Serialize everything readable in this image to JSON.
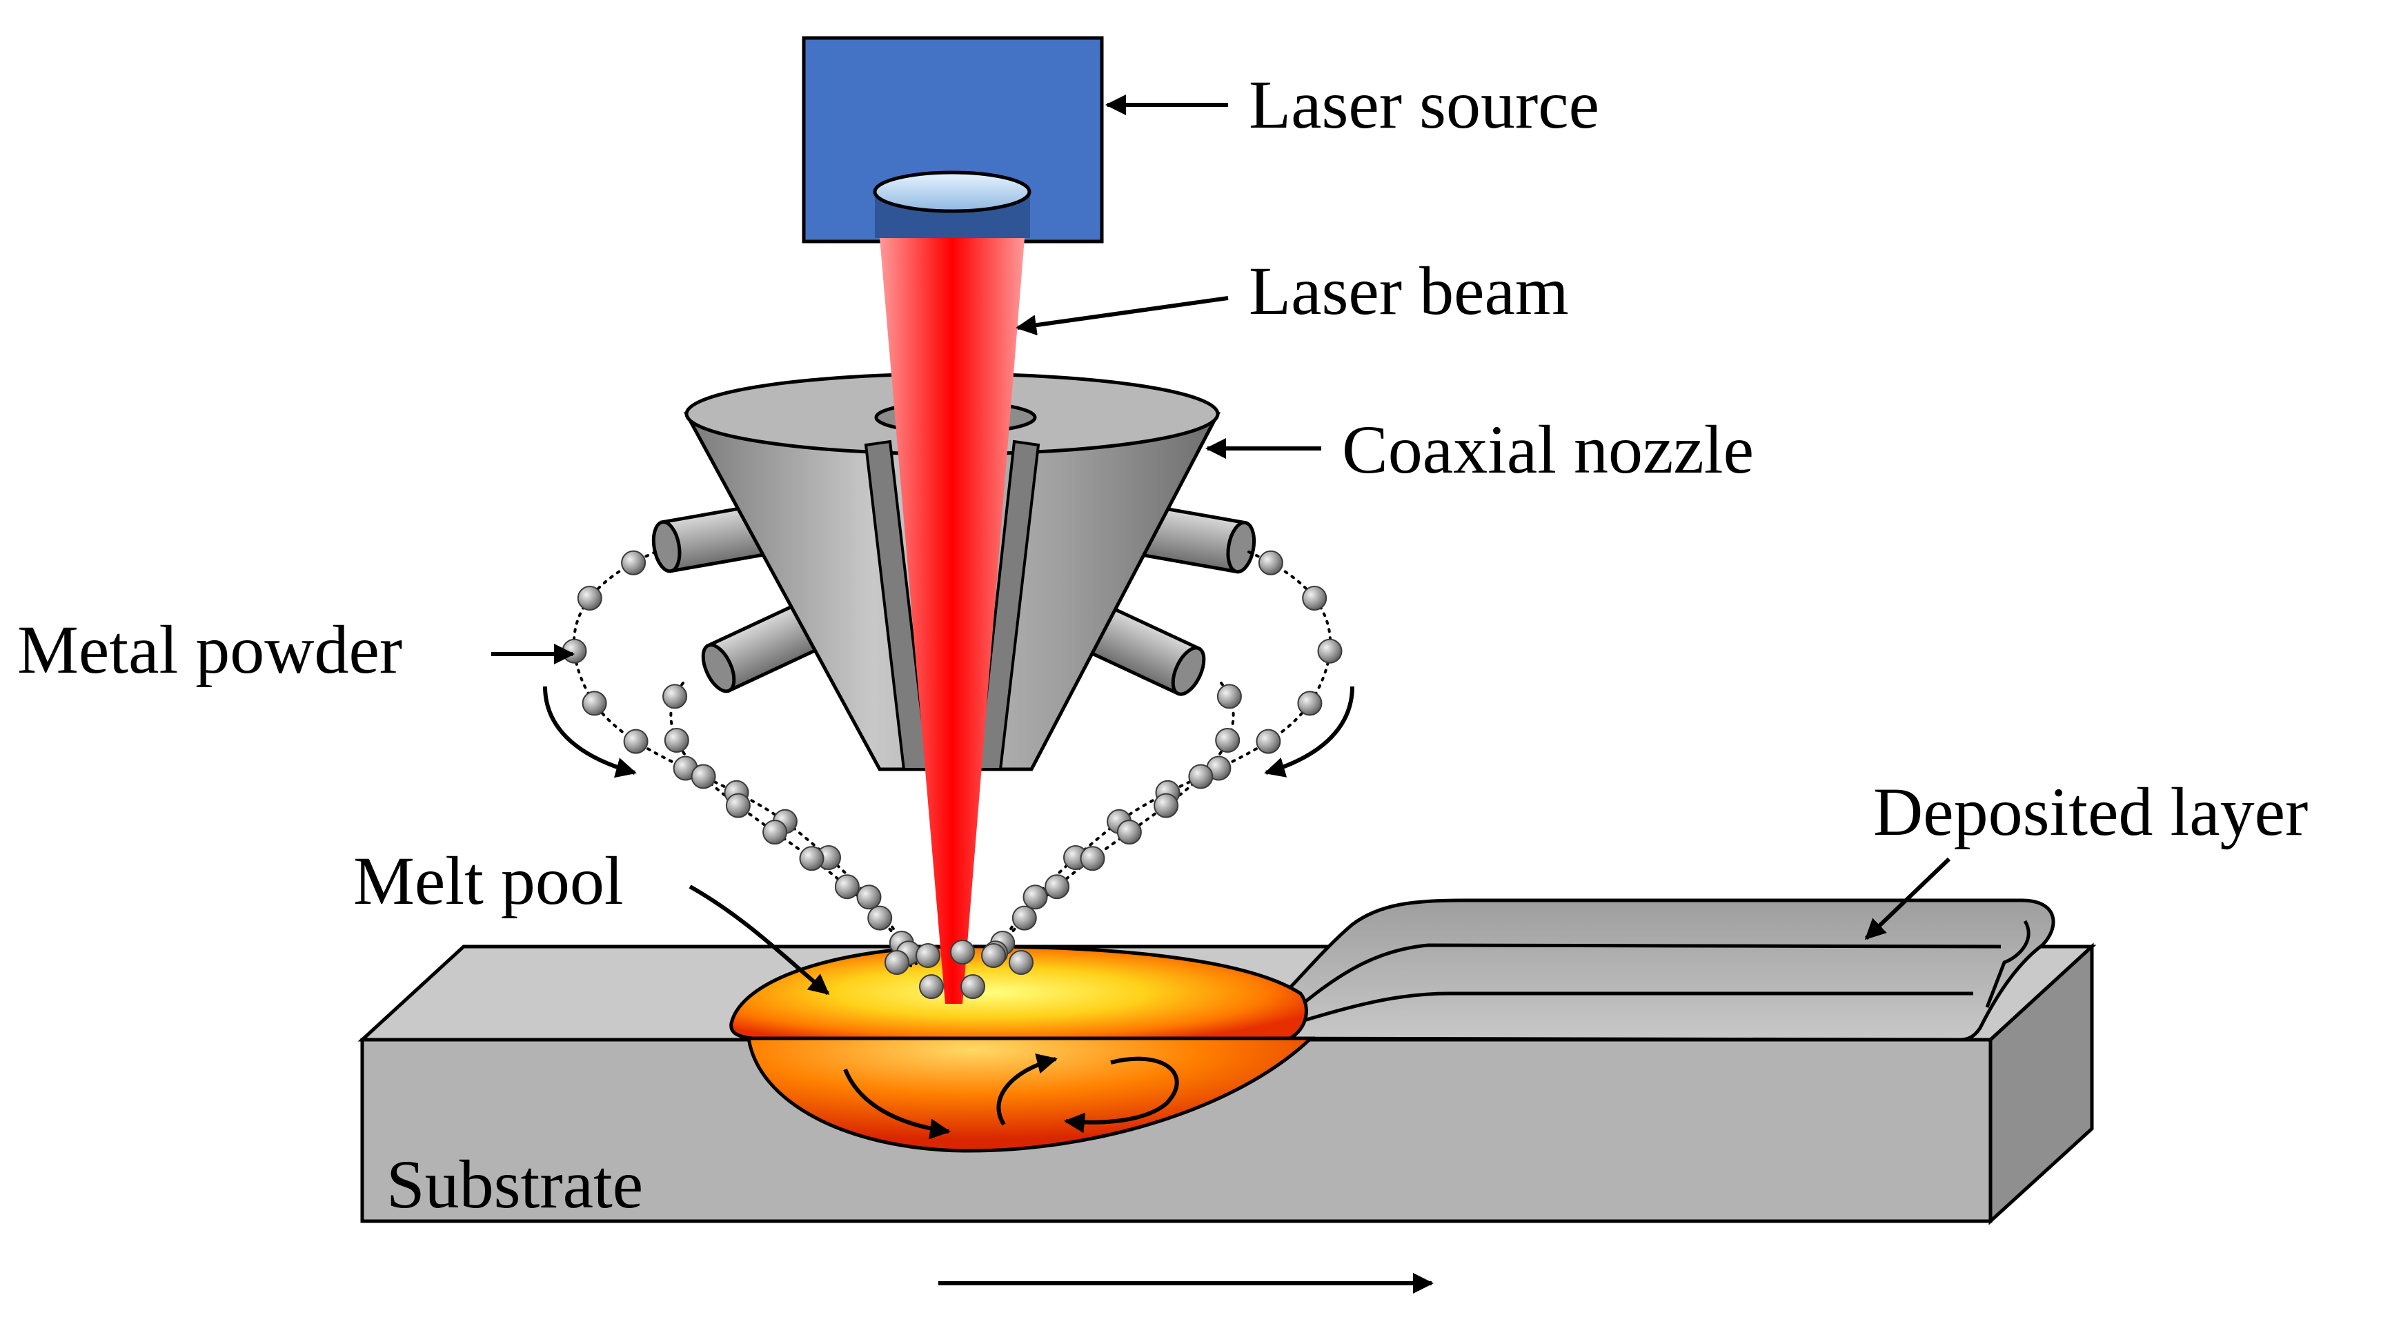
{
  "labels": {
    "laser_source": "Laser source",
    "laser_beam": "Laser beam",
    "coaxial_nozzle": "Coaxial nozzle",
    "metal_powder": "Metal powder",
    "deposited_layer": "Deposited layer",
    "melt_pool": "Melt pool",
    "substrate": "Substrate"
  },
  "colors": {
    "laser_source": "#4472c4",
    "laser_beam": "#ff1a1a",
    "nozzle": "#a6a6a6",
    "substrate": "#bfbfbf",
    "melt_pool_hot": "#ffff66",
    "melt_pool_edge": "#e62e00",
    "powder": "#8c8c8c"
  }
}
